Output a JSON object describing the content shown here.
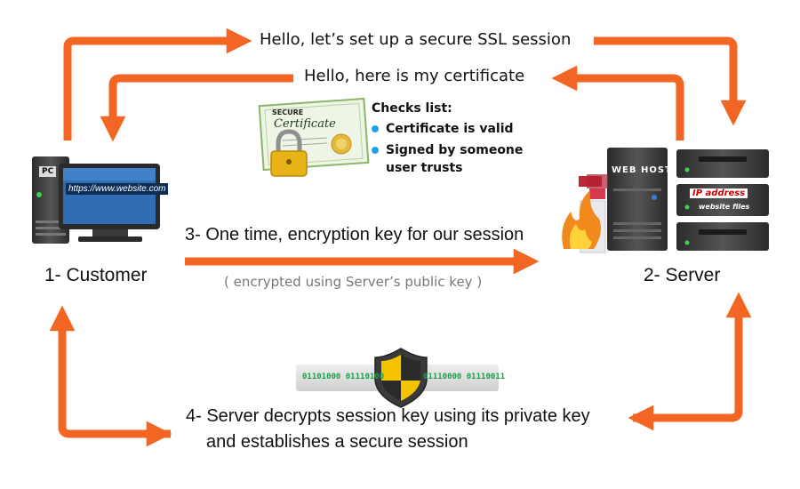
{
  "messages": {
    "step_hello": "Hello, let’s set up a secure SSL session",
    "step_certificate": "Hello, here is my certificate",
    "step3": "3- One time, encryption key for our session",
    "step3_note": "( encrypted using Server’s public key )",
    "step4_line1": "4- Server decrypts session key using its private key",
    "step4_line2": "and establishes a secure session"
  },
  "nodes": {
    "customer": "1- Customer",
    "server": "2- Server"
  },
  "checks": {
    "title": "Checks list:",
    "items": [
      "Certificate is valid",
      "Signed by someone",
      "user trusts"
    ]
  },
  "pc": {
    "tag": "PC",
    "url": "https://www.website.com"
  },
  "server_box": {
    "webhost": "WEB  HOST",
    "ip": "IP address",
    "files": "website files"
  },
  "certificate": {
    "secure": "SECURE",
    "title": "Certificate"
  },
  "binary": {
    "left": "01101000 01110100",
    "right": "01110000 01110011"
  },
  "colors": {
    "arrow": "#f26522",
    "monitor_screen": "#2f6db5",
    "server_body": "#3a3a3a",
    "shield_yellow": "#f5c400",
    "bullet": "#1fa3e8"
  },
  "icons": [
    "pc-icon",
    "server-icon",
    "certificate-icon",
    "padlock-icon",
    "shield-icon",
    "firewall-icon"
  ]
}
